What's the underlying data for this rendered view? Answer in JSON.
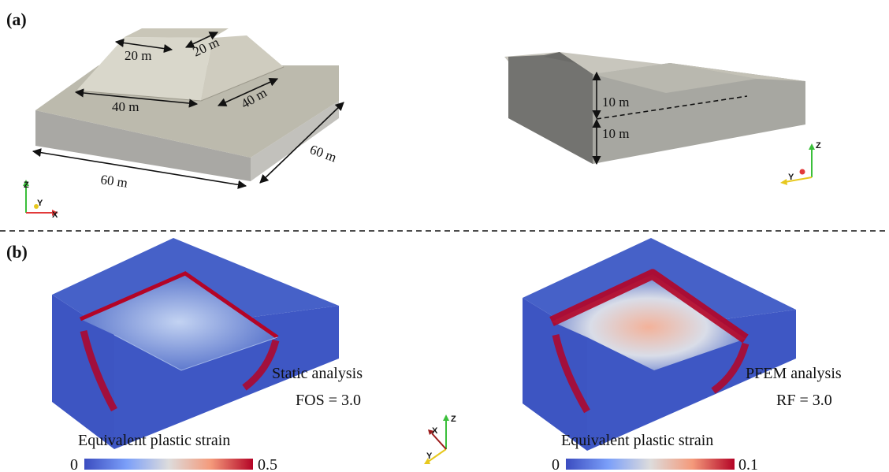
{
  "panels": {
    "a": {
      "tag": "(a)"
    },
    "b": {
      "tag": "(b)"
    }
  },
  "dims": {
    "top_width": "20 m",
    "top_depth": "20 m",
    "mid_width": "40 m",
    "mid_depth": "40 m",
    "base_width": "60 m",
    "base_depth": "60 m",
    "upper_height": "10 m",
    "lower_height": "10 m"
  },
  "left_result": {
    "title": "Static analysis",
    "value": "FOS = 3.0",
    "colorbar_label": "Equivalent plastic strain",
    "colorbar_min": "0",
    "colorbar_max": "0.5"
  },
  "right_result": {
    "title": "PFEM analysis",
    "value": "RF = 3.0",
    "colorbar_label": "Equivalent plastic strain",
    "colorbar_max": "0.1",
    "colorbar_min": "0"
  },
  "axes_labels": {
    "x": "X",
    "y": "Y",
    "z": "Z"
  },
  "colors": {
    "strain_low": "#3b4cc0",
    "strain_mid": "#dddcdc",
    "strain_high": "#b40426",
    "mesh_face": "#b9b6a8",
    "mesh_top": "#cfccbf",
    "axis_x": "#e23a3a",
    "axis_y": "#e7c81e",
    "axis_z": "#3bbf3b"
  }
}
